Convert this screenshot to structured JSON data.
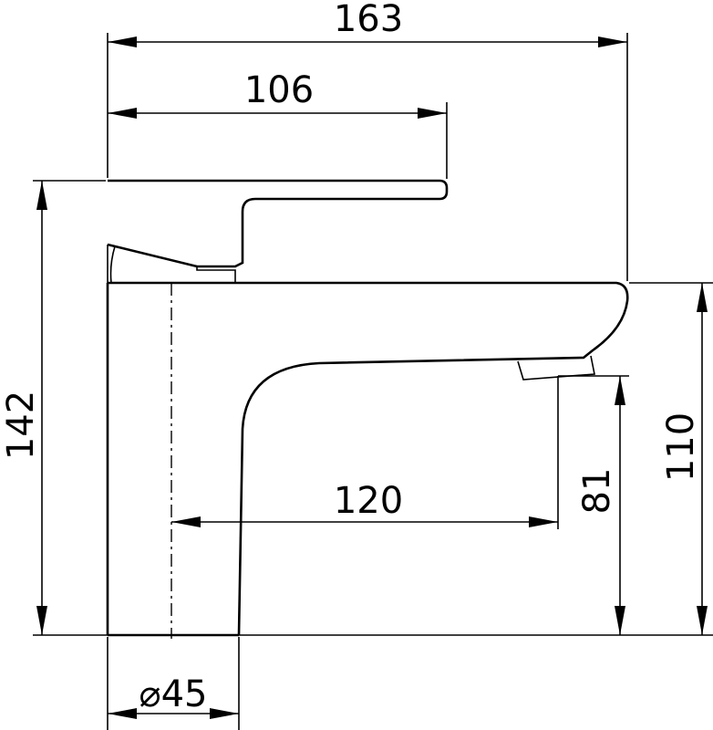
{
  "dimensions": {
    "overall_width": "163",
    "lever_length": "106",
    "overall_height": "142",
    "spout_top_height": "110",
    "spout_outlet_height": "81",
    "spout_reach": "120",
    "base_diameter": "⌀45"
  },
  "colors": {
    "stroke": "#000000",
    "background": "#ffffff"
  }
}
